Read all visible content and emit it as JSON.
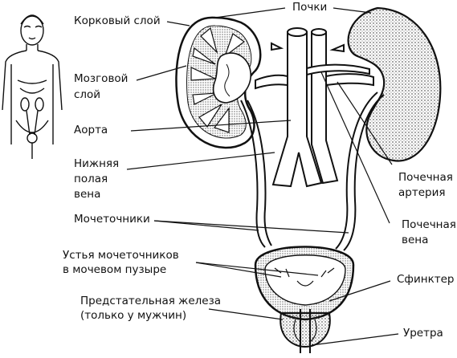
{
  "labels": {
    "cortex": "Корковый слой",
    "medulla_1": "Мозговой",
    "medulla_2": "слой",
    "aorta": "Аорта",
    "ivc_1": "Нижняя",
    "ivc_2": "полая",
    "ivc_3": "вена",
    "ureters": "Мочеточники",
    "orifices_1": "Устья мочеточников",
    "orifices_2": "в мочевом пузыре",
    "prostate_1": "Предстательная железа",
    "prostate_2": "(только у мужчин)",
    "kidneys": "Почки",
    "renal_artery_1": "Почечная",
    "renal_artery_2": "артерия",
    "renal_vein_1": "Почечная",
    "renal_vein_2": "вена",
    "sphincter": "Сфинктер",
    "urethra": "Уретра"
  }
}
